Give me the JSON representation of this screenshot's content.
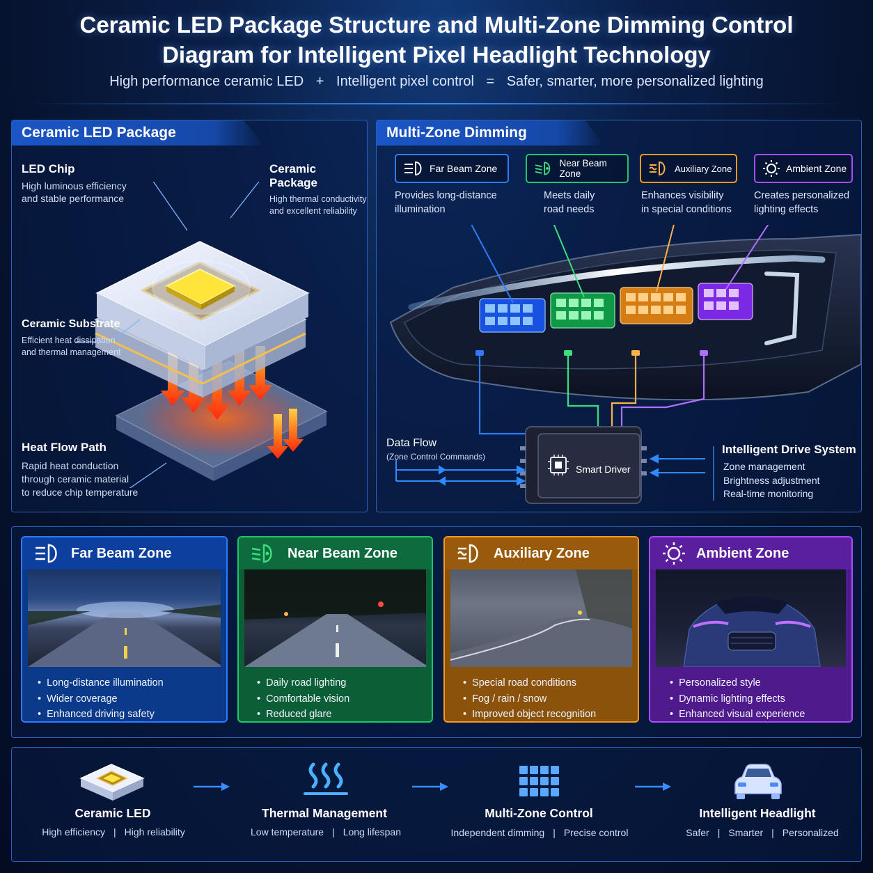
{
  "header": {
    "title_line1": "Ceramic LED Package Structure and Multi-Zone Dimming Control",
    "title_line2": "Diagram for Intelligent Pixel Headlight Technology",
    "formula": {
      "part1": "High performance ceramic LED",
      "plus": "+",
      "part2": "Intelligent pixel control",
      "equals": "=",
      "result": "Safer, smarter, more personalized lighting"
    }
  },
  "package_panel": {
    "title": "Ceramic LED Package Structure",
    "led_chip": {
      "title": "LED Chip",
      "desc1": "High luminous efficiency",
      "desc2": "and stable performance"
    },
    "ceramic_package": {
      "title": "Ceramic Package",
      "desc1": "High thermal conductivity",
      "desc2": "and excellent reliability"
    },
    "ceramic_substrate": {
      "title": "Ceramic Substrate",
      "desc1": "Efficient heat dissipation",
      "desc2": "and thermal management"
    },
    "heat_flow": {
      "title": "Heat Flow Path",
      "desc1": "Rapid heat conduction",
      "desc2": "through ceramic material",
      "desc3": "to reduce chip temperature"
    }
  },
  "dimming_panel": {
    "title": "Multi-Zone Dimming Control",
    "zones": [
      {
        "label": "Far Beam Zone",
        "desc1": "Provides long-distance",
        "desc2": "illumination",
        "color": "#2f7bff",
        "icon": "high-beam-icon"
      },
      {
        "label": "Near Beam Zone",
        "desc1": "Meets daily",
        "desc2": "road needs",
        "color": "#1fc76a",
        "icon": "low-beam-icon"
      },
      {
        "label": "Auxiliary Zone",
        "desc1": "Enhances visibility",
        "desc2": "in special conditions",
        "color": "#f59a1c",
        "icon": "fog-light-icon"
      },
      {
        "label": "Ambient Zone",
        "desc1": "Creates personalized",
        "desc2": "lighting effects",
        "color": "#a54dff",
        "icon": "sun-icon"
      }
    ],
    "data_flow": {
      "title": "Data Flow",
      "sub": "(Zone Control Commands)"
    },
    "driver_label": "Smart Driver",
    "drive_system": {
      "title": "Intelligent Drive System",
      "items": [
        "Zone management",
        "Brightness adjustment",
        "Real-time monitoring"
      ]
    }
  },
  "zone_cards": [
    {
      "title": "Far Beam Zone",
      "icon": "high-beam-icon",
      "color": "#2f7bff",
      "head_bg": "#0d3f9e",
      "body_bg": "#0b3a8a",
      "bullets": [
        "Long-distance illumination",
        "Wider coverage",
        "Enhanced driving safety"
      ]
    },
    {
      "title": "Near Beam Zone",
      "icon": "low-beam-icon",
      "color": "#1fc76a",
      "head_bg": "#0d6b3d",
      "body_bg": "#0b5e36",
      "bullets": [
        "Daily road lighting",
        "Comfortable vision",
        "Reduced glare"
      ]
    },
    {
      "title": "Auxiliary Zone",
      "icon": "fog-light-icon",
      "color": "#f59a1c",
      "head_bg": "#9a5a0c",
      "body_bg": "#8a520a",
      "bullets": [
        "Special road conditions",
        "Fog / rain / snow",
        "Improved object recognition"
      ]
    },
    {
      "title": "Ambient Zone",
      "icon": "sun-icon",
      "color": "#a54dff",
      "head_bg": "#5a1f9e",
      "body_bg": "#4e1a8c",
      "bullets": [
        "Personalized style",
        "Dynamic lighting effects",
        "Enhanced visual experience"
      ]
    }
  ],
  "flow": [
    {
      "title": "Ceramic LED",
      "a": "High efficiency",
      "b": "High reliability",
      "icon": "led-chip-icon"
    },
    {
      "title": "Thermal Management",
      "a": "Low temperature",
      "b": "Long lifespan",
      "icon": "heat-waves-icon"
    },
    {
      "title": "Multi-Zone Control",
      "a": "Independent dimming",
      "b": "Precise control",
      "icon": "pixel-grid-icon"
    },
    {
      "title": "Intelligent Headlight",
      "a": "Safer",
      "b": "Smarter",
      "c": "Personalized",
      "icon": "car-icon"
    }
  ],
  "separator": "|"
}
